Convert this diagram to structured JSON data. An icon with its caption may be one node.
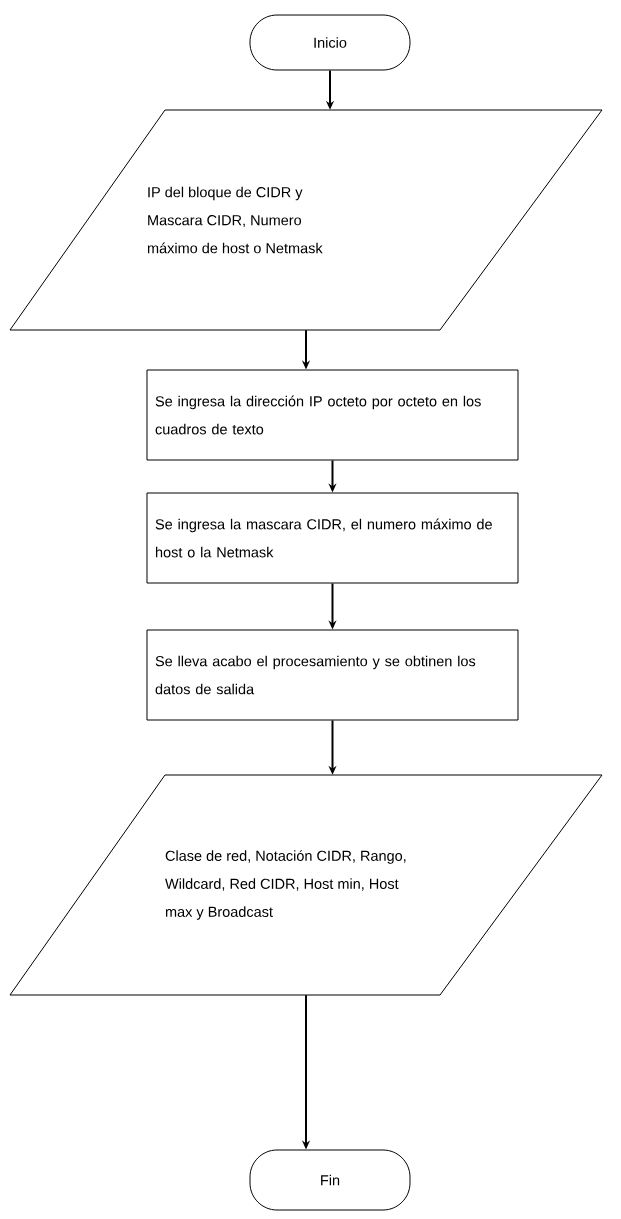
{
  "diagram": {
    "nodes": [
      {
        "text": [
          "Inicio"
        ]
      },
      {
        "text": [
          "IP del bloque de CIDR y Mascara CIDR, Numero máximo de host o Netmask"
        ]
      },
      {
        "text": [
          "Se ingresa la dirección IP octeto por octeto en los cuadros de texto"
        ]
      },
      {
        "text": [
          "Se ingresa la mascara CIDR, el numero máximo de host o la Netmask"
        ]
      },
      {
        "text": [
          "Se lleva acabo el procesamiento y se obtinen los datos de salida"
        ]
      },
      {
        "text": [
          "Clase de red, Notación CIDR, Rango, Wildcard, Red CIDR, Host min, Host max y Broadcast"
        ]
      },
      {
        "text": [
          "Fin"
        ]
      }
    ],
    "edges": [
      {
        "from": 0,
        "to": 1,
        "arrow": "to"
      },
      {
        "from": 1,
        "to": 2,
        "arrow": "to"
      },
      {
        "from": 2,
        "to": 3,
        "arrow": "to"
      },
      {
        "from": 3,
        "to": 4,
        "arrow": "to"
      },
      {
        "from": 4,
        "to": 5,
        "arrow": "to"
      },
      {
        "from": 5,
        "to": 6,
        "arrow": "to"
      }
    ]
  }
}
